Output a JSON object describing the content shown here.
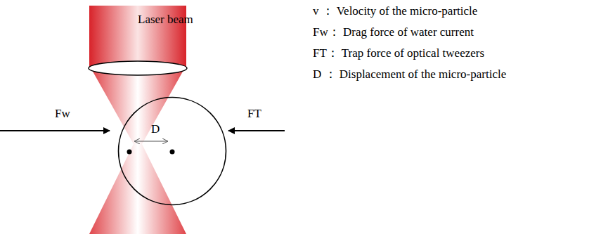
{
  "diagram": {
    "nodes": [
      {
        "text": [
          "Laser beam"
        ]
      },
      {
        "text": [
          "D"
        ]
      }
    ],
    "labels": [
      "Fw",
      "FT",
      "v ： Velocity of the  micro-particle",
      "Fw： Drag force of water current",
      "FT： Trap force of optical tweezers",
      "D ： Displacement of the  micro-particle"
    ]
  }
}
